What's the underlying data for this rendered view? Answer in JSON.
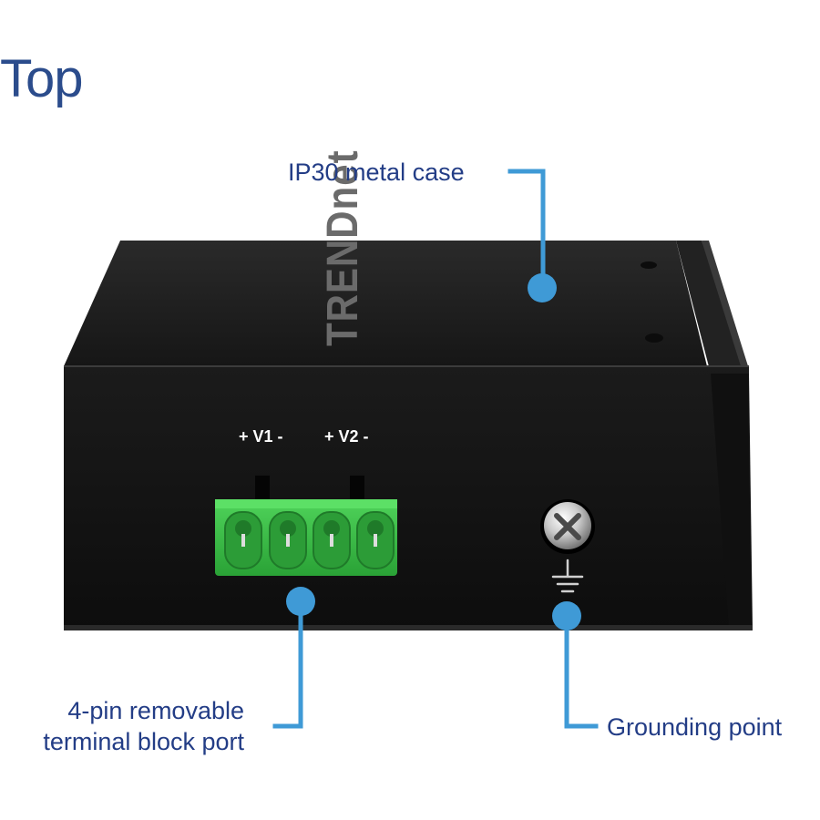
{
  "page": {
    "title": "Top"
  },
  "device": {
    "brand_logo": "TRENDnet",
    "terminal_labels": [
      "+ V1 -",
      "+ V2 -"
    ],
    "ground_symbol": "ground-icon"
  },
  "callouts": {
    "case": "IP30 metal case",
    "terminal_line1": "4-pin removable",
    "terminal_line2": "terminal block port",
    "ground": "Grounding point"
  },
  "colors": {
    "title": "#2b4c8c",
    "callout_text": "#233d86",
    "callout_line": "#3f9ad6",
    "terminal_block": "#3fbf4a",
    "case": "#141414"
  }
}
